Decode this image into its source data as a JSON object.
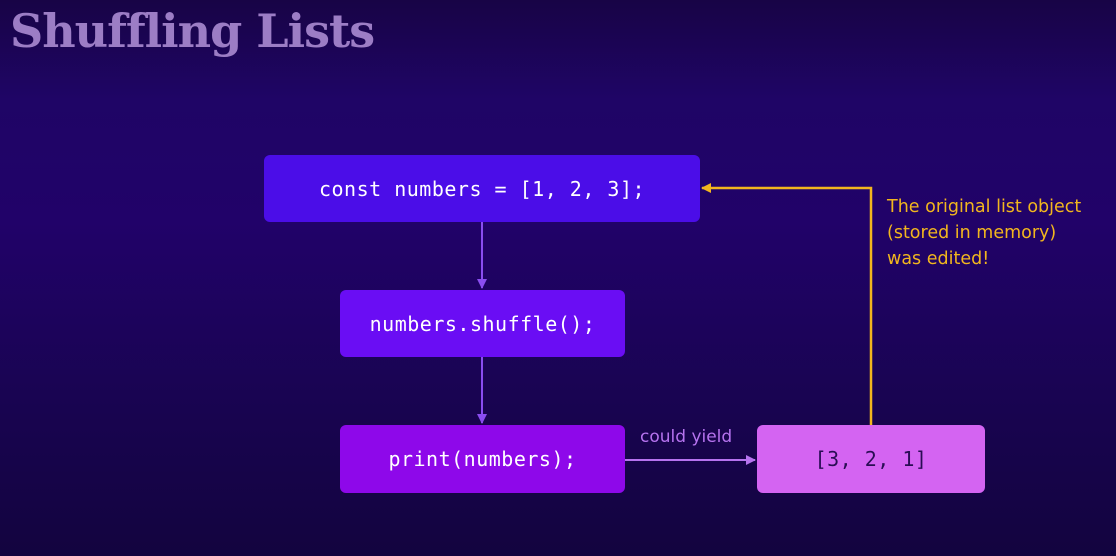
{
  "slide": {
    "title": "Shuffling Lists"
  },
  "diagram": {
    "nodes": [
      {
        "id": "declare",
        "label": "const numbers = [1, 2, 3];"
      },
      {
        "id": "shuffle",
        "label": "numbers.shuffle();"
      },
      {
        "id": "print",
        "label": "print(numbers);"
      },
      {
        "id": "result",
        "label": "[3, 2, 1]"
      }
    ],
    "edges": [
      {
        "from": "declare",
        "to": "shuffle",
        "label": ""
      },
      {
        "from": "shuffle",
        "to": "print",
        "label": ""
      },
      {
        "from": "print",
        "to": "result",
        "label": "could yield"
      },
      {
        "from": "result",
        "to": "declare",
        "label": ""
      }
    ],
    "annotation": {
      "lines": [
        "The original list object",
        "(stored in memory)",
        "was edited!"
      ]
    }
  },
  "colors": {
    "title": "#9c7dc5",
    "node_declare": "#4b0de8",
    "node_shuffle": "#6a0df4",
    "node_print": "#8e08ea",
    "node_result": "#d464f2",
    "flow_arrow": "#8a4df0",
    "yield_arrow": "#b673ef",
    "feedback_arrow": "#f2b61e"
  }
}
